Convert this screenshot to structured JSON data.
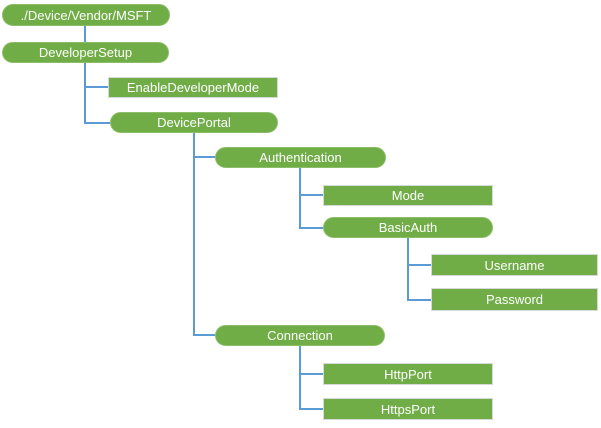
{
  "diagram": {
    "type": "tree",
    "root_label": "./Device/Vendor/MSFT"
  },
  "nodes": [
    {
      "label": "./Device/Vendor/MSFT",
      "shape": "rounded",
      "parent": null
    },
    {
      "label": "DeveloperSetup",
      "shape": "rounded",
      "parent": "./Device/Vendor/MSFT"
    },
    {
      "label": "EnableDeveloperMode",
      "shape": "rectangle",
      "parent": "DeveloperSetup"
    },
    {
      "label": "DevicePortal",
      "shape": "rounded",
      "parent": "DeveloperSetup"
    },
    {
      "label": "Authentication",
      "shape": "rounded",
      "parent": "DevicePortal"
    },
    {
      "label": "Mode",
      "shape": "rectangle",
      "parent": "Authentication"
    },
    {
      "label": "BasicAuth",
      "shape": "rounded",
      "parent": "Authentication"
    },
    {
      "label": "Username",
      "shape": "rectangle",
      "parent": "BasicAuth"
    },
    {
      "label": "Password",
      "shape": "rectangle",
      "parent": "BasicAuth"
    },
    {
      "label": "Connection",
      "shape": "rounded",
      "parent": "DevicePortal"
    },
    {
      "label": "HttpPort",
      "shape": "rectangle",
      "parent": "Connection"
    },
    {
      "label": "HttpsPort",
      "shape": "rectangle",
      "parent": "Connection"
    }
  ],
  "colors": {
    "node_fill": "#70AD47",
    "rounded_border": "#8CBE6A",
    "rectangle_border": "#D9D9D9",
    "connector": "#5B9BD5",
    "text": "#FFFFFF",
    "background": "#FFFFFF"
  }
}
